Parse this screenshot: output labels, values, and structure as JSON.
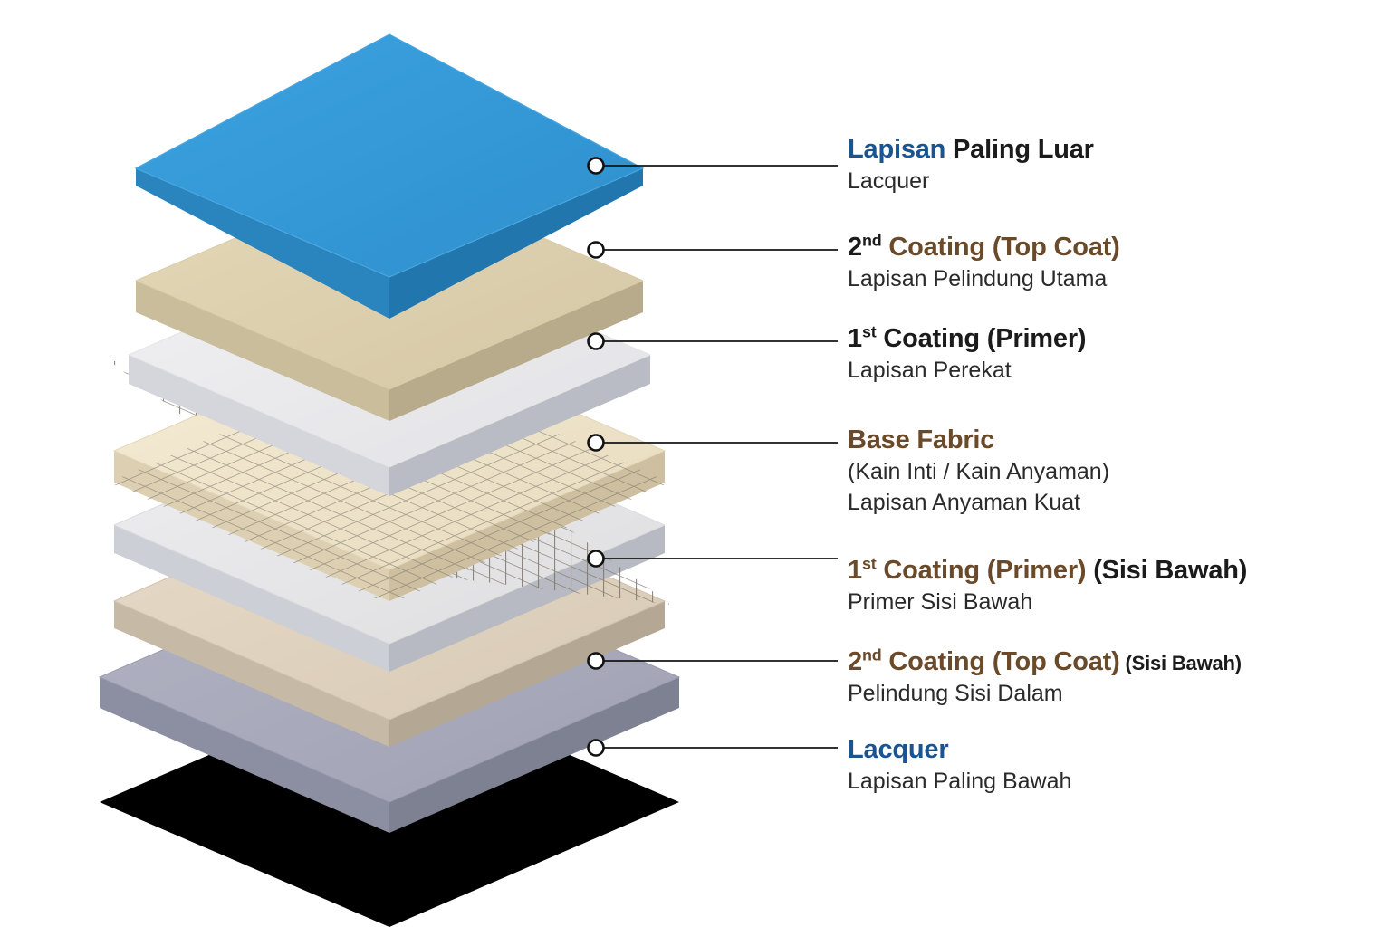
{
  "diagram": {
    "title_semantic": "exploded-layer-stack",
    "background_color": "#ffffff",
    "callout_dot_color": "#ffffff",
    "callout_line_color": "#141414"
  },
  "colors": {
    "accent_blue": "#1a5491",
    "accent_brown": "#6b4a2a",
    "text_dark": "#1b1b1b",
    "text_body": "#2a2a2a"
  },
  "layers": [
    {
      "id": "lacquer-top",
      "name": "lacquer-top-layer",
      "top_color": "#3498d6",
      "side_color": "#2176ad",
      "edge_color": "#1d6housed",
      "front_color": "#2a84bd"
    },
    {
      "id": "top-coat-upper",
      "name": "top-coat-upper-layer",
      "top_color": "#ddd0ae",
      "side_color": "#b8ab8c",
      "front_color": "#c9bb9a"
    },
    {
      "id": "primer-upper",
      "name": "primer-upper-layer",
      "top_color": "#e9e9ec",
      "side_color": "#b9bcc4",
      "front_color": "#d3d5da"
    },
    {
      "id": "base-fabric",
      "name": "base-fabric-layer",
      "top_color": "#efe4c9",
      "side_color": "#cdbf9f",
      "front_color": "#ded2b4",
      "mesh_color": "#7b7468"
    },
    {
      "id": "primer-lower",
      "name": "primer-lower-layer",
      "top_color": "#e6e6e9",
      "side_color": "#b7bac2",
      "front_color": "#d0d2d7"
    },
    {
      "id": "top-coat-lower",
      "name": "top-coat-lower-layer",
      "top_color": "#dfd2bf",
      "side_color": "#b4a794",
      "front_color": "#cabda8"
    },
    {
      "id": "lacquer-bottom",
      "name": "lacquer-bottom-layer",
      "top_color": "#a8aabb",
      "side_color": "#7e8192",
      "front_color": "#9092a4"
    }
  ],
  "callouts": [
    {
      "key": "lacquer_top",
      "title_parts": [
        {
          "text": "Lapisan",
          "style": "accent-blue"
        },
        {
          "text": " Paling Luar",
          "style": "dark"
        }
      ],
      "title_plain": "Lapisan Paling Luar",
      "subtitle": "Lacquer"
    },
    {
      "key": "top_coat_upper",
      "title_parts": [
        {
          "text": "2",
          "style": "dark",
          "sup": "nd"
        },
        {
          "text": " Coating (Top Coat)",
          "style": "accent-brown"
        }
      ],
      "title_plain": "2nd Coating (Top Coat)",
      "subtitle": "Lapisan Pelindung Utama"
    },
    {
      "key": "primer_upper",
      "title_parts": [
        {
          "text": "1",
          "style": "dark",
          "sup": "st"
        },
        {
          "text": " Coating (Primer)",
          "style": "dark"
        }
      ],
      "title_plain": "1st Coating (Primer)",
      "subtitle": "Lapisan Perekat"
    },
    {
      "key": "base_fabric",
      "title_parts": [
        {
          "text": "Base Fabric",
          "style": "accent-brown"
        }
      ],
      "title_plain": "Base Fabric",
      "subtitle": "(Kain Inti / Kain Anyaman)",
      "subtitle2": "Lapisan Anyaman Kuat"
    },
    {
      "key": "primer_lower",
      "title_parts": [
        {
          "text": "1",
          "style": "accent-brown",
          "sup": "st"
        },
        {
          "text": " Coating (Primer)",
          "style": "accent-brown"
        },
        {
          "text": " (Sisi Bawah)",
          "style": "dark"
        }
      ],
      "title_plain": "1st Coating (Primer) (Sisi Bawah)",
      "subtitle": "Primer Sisi Bawah"
    },
    {
      "key": "top_coat_lower",
      "title_parts": [
        {
          "text": "2",
          "style": "accent-brown",
          "sup": "nd"
        },
        {
          "text": " Coating (Top Coat)",
          "style": "accent-brown"
        },
        {
          "text": " (Sisi Bawah)",
          "style": "dark",
          "small": true
        }
      ],
      "title_plain": "2nd Coating (Top Coat) (Sisi Bawah)",
      "subtitle": "Pelindung Sisi Dalam"
    },
    {
      "key": "lacquer_bottom",
      "title_parts": [
        {
          "text": "Lacquer",
          "style": "accent-blue"
        }
      ],
      "title_plain": "Lacquer",
      "subtitle": "Lapisan Paling Bawah"
    }
  ]
}
